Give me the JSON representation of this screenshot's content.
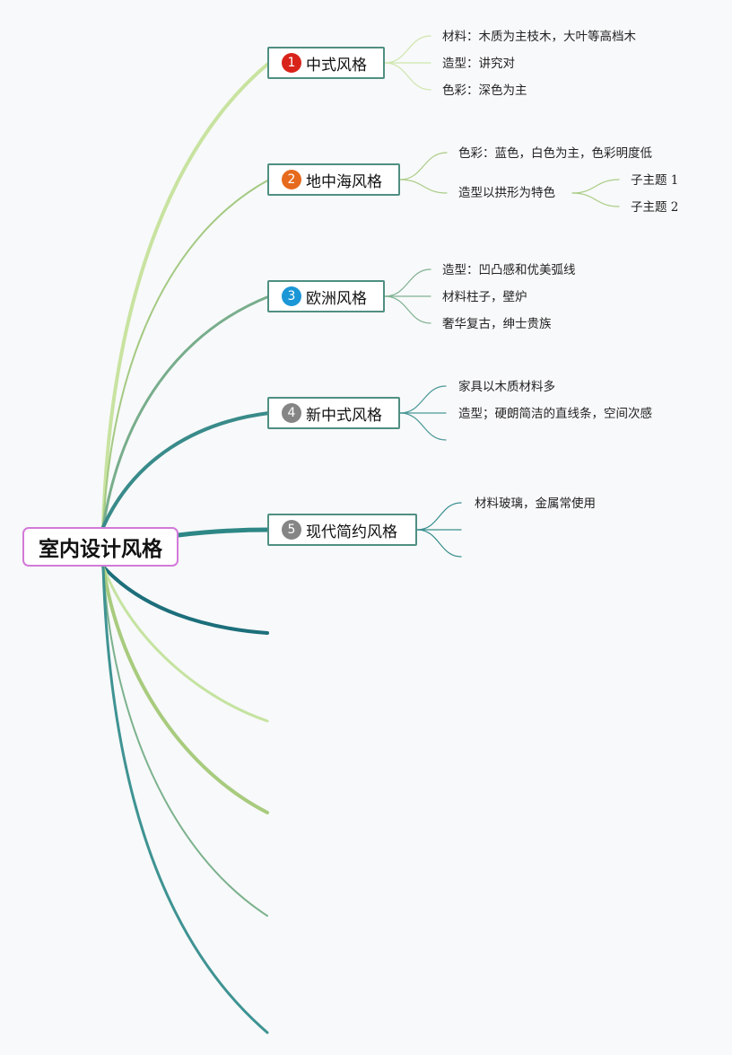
{
  "root": {
    "label": "室内设计风格"
  },
  "topics": [
    {
      "number": "1",
      "label": "中式风格",
      "marker_color": "#d8231a",
      "children": [
        "材料：木质为主枝木，大叶等高档木",
        "造型：讲究对",
        "色彩：深色为主"
      ]
    },
    {
      "number": "2",
      "label": "地中海风格",
      "marker_color": "#e66a1d",
      "children": [
        "色彩：蓝色，白色为主，色彩明度低",
        "造型以拱形为特色"
      ],
      "grandchildren": [
        "子主题 1",
        "子主题 2"
      ]
    },
    {
      "number": "3",
      "label": "欧洲风格",
      "marker_color": "#1b96d6",
      "children": [
        "造型：凹凸感和优美弧线",
        "材料柱子，壁炉",
        "奢华复古，绅士贵族"
      ]
    },
    {
      "number": "4",
      "label": "新中式风格",
      "marker_color": "#858585",
      "children": [
        "家具以木质材料多",
        "造型；硬朗简洁的直线条，空间次感"
      ]
    },
    {
      "number": "5",
      "label": "现代简约风格",
      "marker_color": "#858585",
      "children": [
        "材料玻璃，金属常使用"
      ]
    }
  ]
}
